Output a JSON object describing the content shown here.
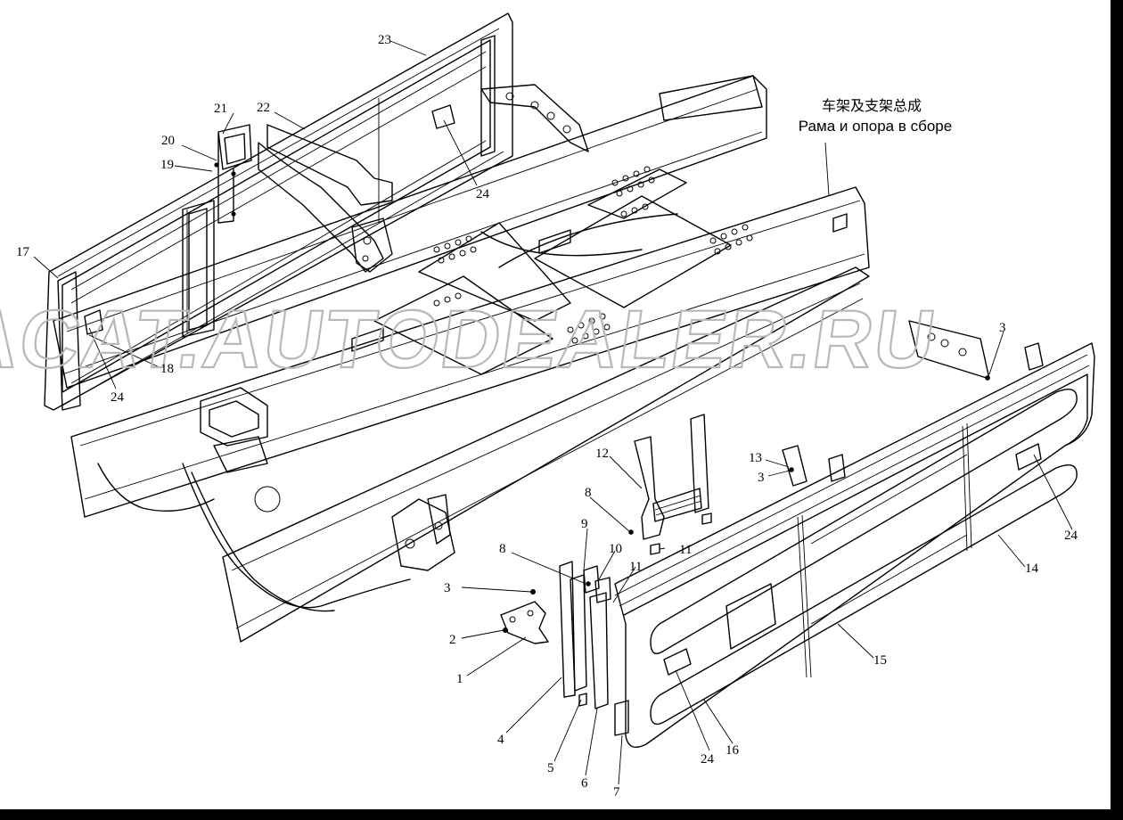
{
  "title": {
    "cn": "车架及支架总成",
    "ru": "Рама и опора в сборе"
  },
  "watermark": "ACAT.AUTODEALER.RU",
  "callouts": [
    {
      "id": "c23",
      "text": "23"
    },
    {
      "id": "c21",
      "text": "21"
    },
    {
      "id": "c22",
      "text": "22"
    },
    {
      "id": "c20",
      "text": "20"
    },
    {
      "id": "c19",
      "text": "19"
    },
    {
      "id": "c24a",
      "text": "24"
    },
    {
      "id": "c17",
      "text": "17"
    },
    {
      "id": "c18",
      "text": "18"
    },
    {
      "id": "c24b",
      "text": "24"
    },
    {
      "id": "c3a",
      "text": "3"
    },
    {
      "id": "c12",
      "text": "12"
    },
    {
      "id": "c13",
      "text": "13"
    },
    {
      "id": "c3b",
      "text": "3"
    },
    {
      "id": "c8a",
      "text": "8"
    },
    {
      "id": "c24c",
      "text": "24"
    },
    {
      "id": "c9",
      "text": "9"
    },
    {
      "id": "c10",
      "text": "10"
    },
    {
      "id": "c11a",
      "text": "11"
    },
    {
      "id": "c8b",
      "text": "8"
    },
    {
      "id": "c11b",
      "text": "11"
    },
    {
      "id": "c14",
      "text": "14"
    },
    {
      "id": "c3c",
      "text": "3"
    },
    {
      "id": "c2",
      "text": "2"
    },
    {
      "id": "c1",
      "text": "1"
    },
    {
      "id": "c15",
      "text": "15"
    },
    {
      "id": "c4",
      "text": "4"
    },
    {
      "id": "c16",
      "text": "16"
    },
    {
      "id": "c24d",
      "text": "24"
    },
    {
      "id": "c5",
      "text": "5"
    },
    {
      "id": "c6",
      "text": "6"
    },
    {
      "id": "c7",
      "text": "7"
    }
  ],
  "colors": {
    "background": "#ffffff",
    "line": "#000000",
    "watermark": "#b8b8b8",
    "frame": "#000000"
  }
}
